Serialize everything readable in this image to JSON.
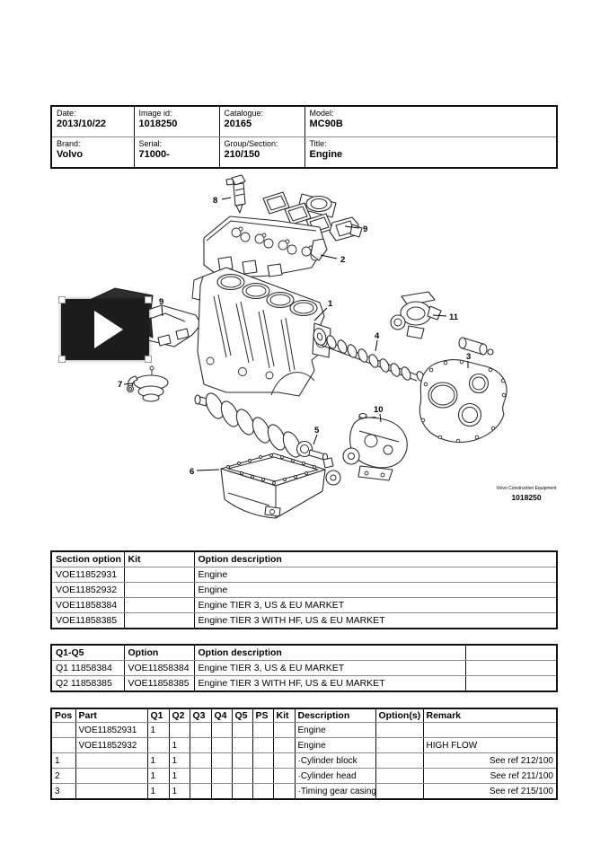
{
  "header_table": {
    "cells": [
      {
        "label": "Date:",
        "value": "2013/10/22"
      },
      {
        "label": "Image id:",
        "value": "1018250"
      },
      {
        "label": "Catalogue:",
        "value": "20165"
      },
      {
        "label": "Model:",
        "value": "MC90B"
      },
      {
        "label": "Brand:",
        "value": "Volvo"
      },
      {
        "label": "Serial:",
        "value": "71000-"
      },
      {
        "label": "Group/Section:",
        "value": "210/150"
      },
      {
        "label": "Title:",
        "value": "Engine"
      }
    ]
  },
  "diagram": {
    "callouts": [
      {
        "label": "8"
      },
      {
        "label": "9"
      },
      {
        "label": "2"
      },
      {
        "label": "9"
      },
      {
        "label": "1"
      },
      {
        "label": "11"
      },
      {
        "label": "4"
      },
      {
        "label": "3"
      },
      {
        "label": "7"
      },
      {
        "label": "5"
      },
      {
        "label": "6"
      },
      {
        "label": "10"
      }
    ],
    "imprint": {
      "brand": "Volvo Construction Equipment",
      "image_id": "1018250"
    },
    "video": {
      "icon": "play"
    }
  },
  "section_table": {
    "headers": [
      "Section option",
      "Kit",
      "Option description"
    ],
    "rows": [
      [
        "VOE11852931",
        "",
        "Engine"
      ],
      [
        "VOE11852932",
        "",
        "Engine"
      ],
      [
        "VOE11858384",
        "",
        "Engine TIER 3, US & EU MARKET"
      ],
      [
        "VOE11858385",
        "",
        "Engine TIER 3 WITH HF, US & EU MARKET"
      ]
    ]
  },
  "q_table": {
    "headers": [
      "Q1-Q5",
      "Option",
      "Option description",
      ""
    ],
    "rows": [
      [
        "Q1 11858384",
        "VOE11858384",
        "Engine TIER 3, US & EU MARKET",
        ""
      ],
      [
        "Q2 11858385",
        "VOE11858385",
        "Engine TIER 3 WITH HF, US & EU MARKET",
        ""
      ]
    ]
  },
  "parts_table": {
    "headers": [
      "Pos",
      "Part",
      "Q1",
      "Q2",
      "Q3",
      "Q4",
      "Q5",
      "PS",
      "Kit",
      "Description",
      "Option(s)",
      "Remark"
    ],
    "rows": [
      [
        "",
        "VOE11852931",
        "1",
        "",
        "",
        "",
        "",
        "",
        "",
        "Engine",
        "",
        ""
      ],
      [
        "",
        "VOE11852932",
        "",
        "1",
        "",
        "",
        "",
        "",
        "",
        "Engine",
        "",
        "HIGH FLOW"
      ],
      [
        "1",
        "",
        "1",
        "1",
        "",
        "",
        "",
        "",
        "",
        "·Cylinder block",
        "",
        "See ref 212/100"
      ],
      [
        "2",
        "",
        "1",
        "1",
        "",
        "",
        "",
        "",
        "",
        "·Cylinder head",
        "",
        "See ref 211/100"
      ],
      [
        "3",
        "",
        "1",
        "1",
        "",
        "",
        "",
        "",
        "",
        "·Timing gear casing",
        "",
        "See ref 215/100"
      ]
    ]
  }
}
